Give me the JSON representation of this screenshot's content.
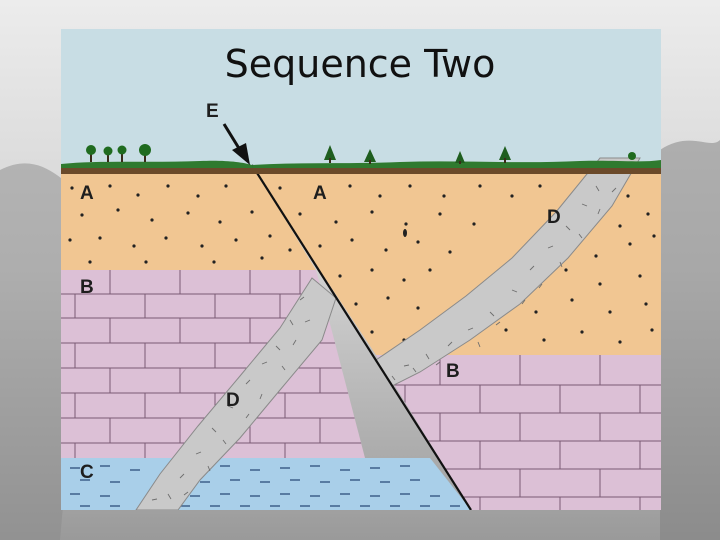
{
  "slide": {
    "title": "Sequence Two"
  },
  "labels": {
    "fault": "E",
    "layer_a_left": "A",
    "layer_a_right": "A",
    "layer_b_left": "B",
    "layer_b_right": "B",
    "layer_c": "C",
    "dike_upper": "D",
    "dike_lower": "D"
  },
  "colors": {
    "sky": "#c8dde4",
    "topsoil": "#2e7d32",
    "sandstone": "#f1c692",
    "limestone": "#dcc0d6",
    "shale": "#a9cfe9",
    "dike": "#c9c9c9",
    "fault_line": "#111111"
  }
}
